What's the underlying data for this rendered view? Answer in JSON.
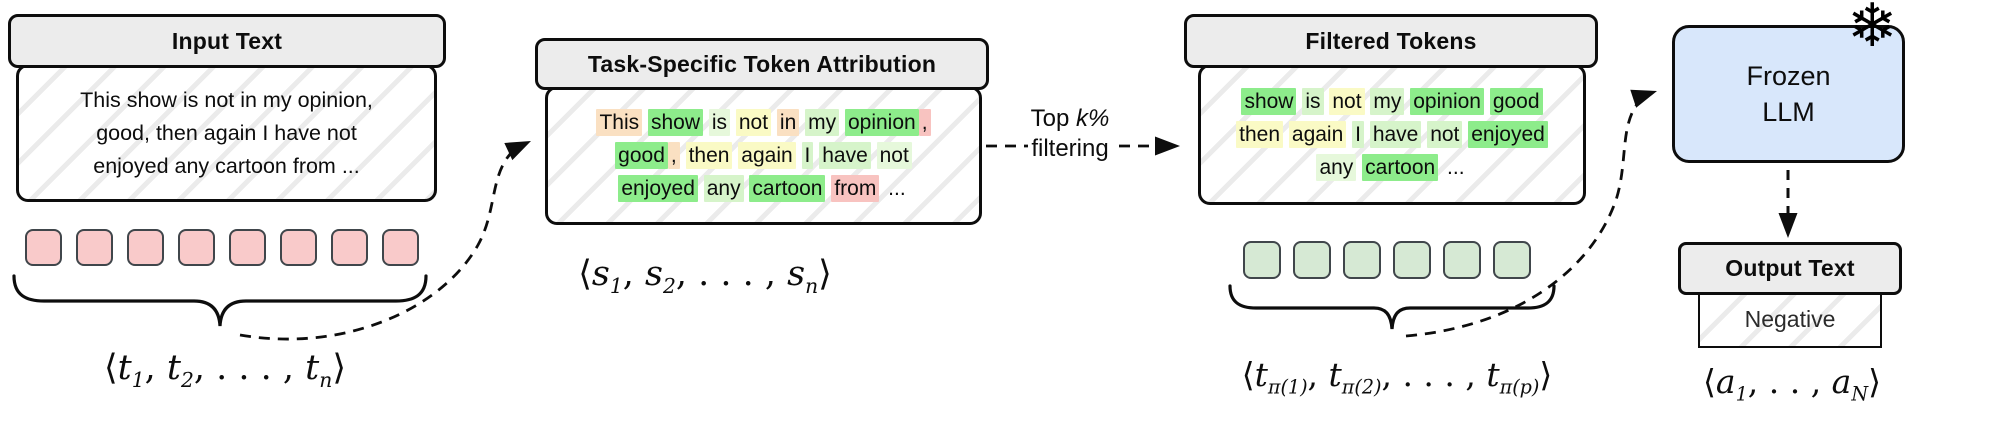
{
  "diagram": {
    "highlight_colors": {
      "green": "#8dec8b",
      "lightgreen": "#d6f4ca",
      "palegreen": "#e6f8db",
      "yellow": "#fafac5",
      "peach": "#fae0c2",
      "pink": "#f8c3c0",
      "none": "transparent"
    },
    "input_panel": {
      "title": "Input Text",
      "body_lines": [
        "This show is not in my opinion,",
        "good, then again I have not",
        "enjoyed any cartoon from ..."
      ],
      "tokens": {
        "count": 8,
        "fill": "#f9caca",
        "border": "#40464b"
      },
      "sequence_math": [
        {
          "t": "⟨"
        },
        {
          "t": "t",
          "i": 1,
          "s": "1"
        },
        {
          "t": ", "
        },
        {
          "t": "t",
          "i": 1,
          "s": "2"
        },
        {
          "t": ", . . . , "
        },
        {
          "t": "t",
          "i": 1,
          "s": "n",
          "si": 1
        },
        {
          "t": "⟩"
        }
      ]
    },
    "attribution_panel": {
      "title": "Task-Specific Token Attribution",
      "highlighted_lines": [
        [
          {
            "t": "This",
            "h": "peach"
          },
          {
            "t": "show",
            "h": "green"
          },
          {
            "t": "is",
            "h": "palegreen"
          },
          {
            "t": "not",
            "h": "yellow"
          },
          {
            "t": "in",
            "h": "peach"
          },
          {
            "t": "my",
            "h": "lightgreen"
          },
          {
            "t": "opinion",
            "h": "green"
          },
          {
            "t": ",",
            "h": "pink",
            "glue": true
          }
        ],
        [
          {
            "t": "good",
            "h": "green"
          },
          {
            "t": ",",
            "h": "peach",
            "glue": true
          },
          {
            "t": "then",
            "h": "yellow"
          },
          {
            "t": "again",
            "h": "yellow"
          },
          {
            "t": "I",
            "h": "lightgreen"
          },
          {
            "t": "have",
            "h": "lightgreen"
          },
          {
            "t": "not",
            "h": "palegreen"
          }
        ],
        [
          {
            "t": "enjoyed",
            "h": "green"
          },
          {
            "t": "any",
            "h": "lightgreen"
          },
          {
            "t": "cartoon",
            "h": "green"
          },
          {
            "t": "from",
            "h": "pink"
          },
          {
            "t": "...",
            "h": "none"
          }
        ]
      ],
      "sequence_math": [
        {
          "t": "⟨"
        },
        {
          "t": "s",
          "i": 1,
          "s": "1"
        },
        {
          "t": ", "
        },
        {
          "t": "s",
          "i": 1,
          "s": "2"
        },
        {
          "t": ", . . . , "
        },
        {
          "t": "s",
          "i": 1,
          "s": "n",
          "si": 1
        },
        {
          "t": "⟩"
        }
      ]
    },
    "filter_arrow": {
      "label_pre": "Top ",
      "label_var": "k%",
      "label_line2": "filtering"
    },
    "filtered_panel": {
      "title": "Filtered Tokens",
      "highlighted_lines": [
        [
          {
            "t": "show",
            "h": "green"
          },
          {
            "t": "is",
            "h": "lightgreen"
          },
          {
            "t": "not",
            "h": "yellow"
          },
          {
            "t": "my",
            "h": "lightgreen"
          },
          {
            "t": "opinion",
            "h": "green"
          },
          {
            "t": "good",
            "h": "green"
          }
        ],
        [
          {
            "t": "then",
            "h": "yellow"
          },
          {
            "t": "again",
            "h": "yellow"
          },
          {
            "t": "I",
            "h": "lightgreen"
          },
          {
            "t": "have",
            "h": "lightgreen"
          },
          {
            "t": "not",
            "h": "lightgreen"
          },
          {
            "t": "enjoyed",
            "h": "green"
          }
        ],
        [
          {
            "t": "any",
            "h": "palegreen"
          },
          {
            "t": "cartoon",
            "h": "green"
          },
          {
            "t": "...",
            "h": "none"
          }
        ]
      ],
      "tokens": {
        "count": 6,
        "fill": "#d6e9d4",
        "border": "#40464b"
      },
      "sequence_math": [
        {
          "t": "⟨"
        },
        {
          "t": "t",
          "i": 1,
          "s": "π(1)",
          "si": 1
        },
        {
          "t": ", "
        },
        {
          "t": "t",
          "i": 1,
          "s": "π(2)",
          "si": 1
        },
        {
          "t": ", . . . , "
        },
        {
          "t": "t",
          "i": 1,
          "s": "π(p)",
          "si": 1
        },
        {
          "t": "⟩"
        }
      ]
    },
    "llm_box": {
      "line1": "Frozen",
      "line2": "LLM",
      "fill": "#d8e7fb",
      "snowflake_icon": "❄"
    },
    "output_panel": {
      "title": "Output Text",
      "value": "Negative",
      "sequence_math": [
        {
          "t": "⟨"
        },
        {
          "t": "a",
          "i": 1,
          "s": "1"
        },
        {
          "t": ", . . , "
        },
        {
          "t": "a",
          "i": 1,
          "s": "N",
          "si": 1
        },
        {
          "t": "⟩"
        }
      ]
    }
  }
}
